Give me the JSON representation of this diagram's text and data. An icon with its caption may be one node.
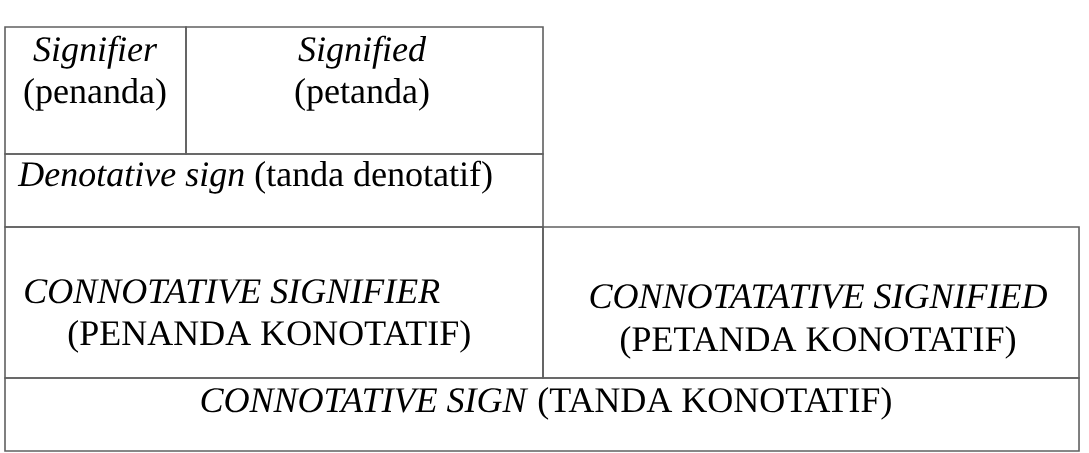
{
  "diagram": {
    "nodes": [
      {
        "text": [
          "Signifier",
          "(penanda)"
        ]
      },
      {
        "text": [
          "Signified",
          "(petanda)"
        ]
      },
      {
        "text": [
          "*Denotative sign* (tanda denotatif)"
        ]
      },
      {
        "text": [
          "CONNOTATIVE SIGNIFIER",
          "(PENANDA KONOTATIF)"
        ]
      },
      {
        "text": [
          "CONNOTATATIVE SIGNIFIED",
          "(PETANDA KONOTATIF)"
        ]
      },
      {
        "text": [
          "*CONNOTATIVE SIGN* (TANDA KONOTATIF)"
        ]
      }
    ]
  }
}
